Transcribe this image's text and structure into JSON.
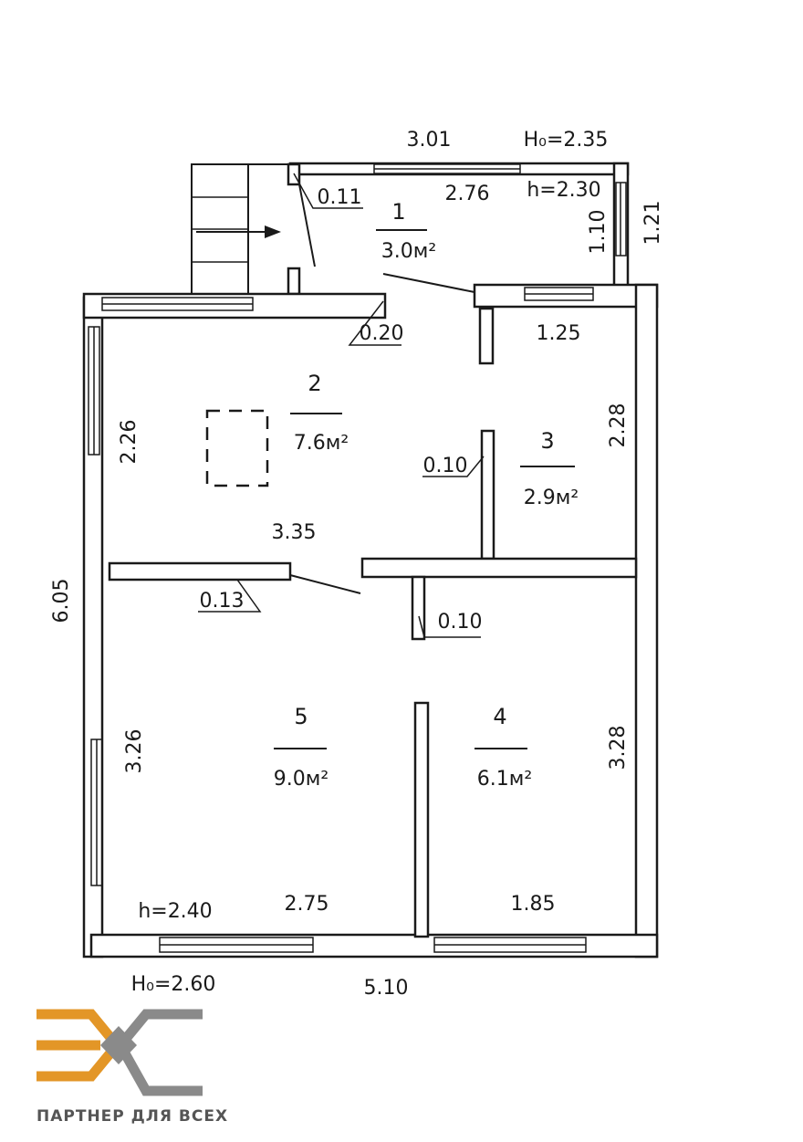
{
  "plan": {
    "dimensions": {
      "top_width": "3.01",
      "top_height_outer": "H₀=2.35",
      "vestibule_inner_width": "2.76",
      "vestibule_height": "h=2.30",
      "vestibule_depth_inner": "1.10",
      "vestibule_depth_outer": "1.21",
      "wall_vestibule_door": "0.11",
      "wall_top": "0.20",
      "room2_height": "2.26",
      "room3_width": "1.25",
      "room3_height": "2.28",
      "wall_room3": "0.10",
      "room2_width": "3.35",
      "total_height": "6.05",
      "wall_mid": "0.13",
      "wall_room4": "0.10",
      "room5_height": "3.26",
      "room4_height": "3.28",
      "room_height_main": "h=2.40",
      "room5_width": "2.75",
      "room4_width": "1.85",
      "outer_height_main": "H₀=2.60",
      "total_width": "5.10"
    },
    "rooms": [
      {
        "number": "1",
        "area": "3.0м²"
      },
      {
        "number": "2",
        "area": "7.6м²"
      },
      {
        "number": "3",
        "area": "2.9м²"
      },
      {
        "number": "4",
        "area": "6.1м²"
      },
      {
        "number": "5",
        "area": "9.0м²"
      }
    ]
  },
  "logo": {
    "caption": "ПАРТНЕР ДЛЯ ВСЕХ",
    "colors": {
      "primary": "#e39627",
      "secondary": "#8a8a8a"
    }
  }
}
